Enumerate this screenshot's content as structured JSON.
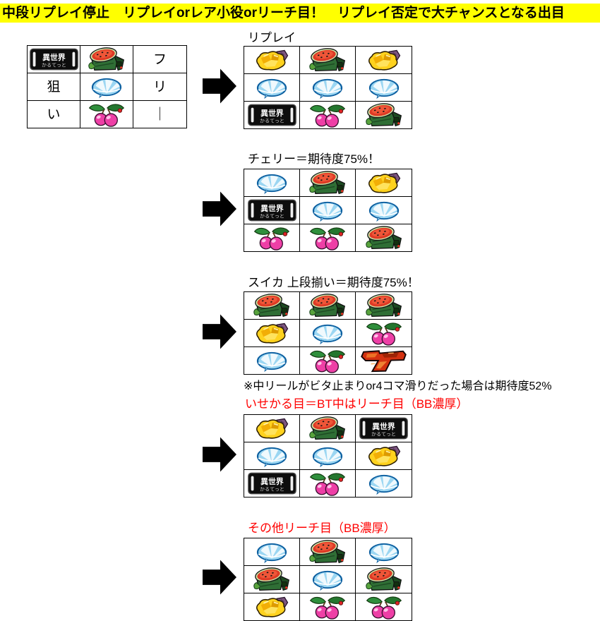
{
  "header": {
    "text": "中段リプレイ停止　リプレイorレア小役orリーチ目！　リプレイ否定で大チャンスとなる出目",
    "bg_color": "#FFFF00",
    "text_color": "#000000"
  },
  "arrow_color": "#000000",
  "symbol_names": {
    "replay": "replay",
    "suika": "watermelon",
    "cherry": "cherry",
    "gold": "gold-nugget",
    "isekai": "isekai-quartet-logo",
    "red7": "red-seven"
  },
  "left_grid": {
    "cells": [
      [
        "isekai",
        "suika",
        "text:フ"
      ],
      [
        "text:狙",
        "replay",
        "text:リ"
      ],
      [
        "text:い",
        "cherry",
        "text:｜"
      ]
    ]
  },
  "sections": [
    {
      "label": "リプレイ",
      "label_color": "#000000",
      "grid": [
        [
          "gold",
          "suika",
          "gold"
        ],
        [
          "replay",
          "replay",
          "replay"
        ],
        [
          "isekai",
          "cherry",
          "suika"
        ]
      ]
    },
    {
      "label": "チェリー＝期待度75%！",
      "label_color": "#000000",
      "grid": [
        [
          "replay",
          "suika",
          "gold"
        ],
        [
          "isekai",
          "replay",
          "replay"
        ],
        [
          "cherry",
          "cherry",
          "suika"
        ]
      ]
    },
    {
      "label": "スイカ 上段揃い＝期待度75%！",
      "label_color": "#000000",
      "note": "※中リールがビタ止まりor4コマ滑りだった場合は期待度52%",
      "note_color": "#000000",
      "grid": [
        [
          "suika",
          "suika",
          "suika"
        ],
        [
          "gold",
          "replay",
          "cherry"
        ],
        [
          "replay",
          "cherry",
          "red7"
        ]
      ]
    },
    {
      "label": "いせかる目＝BT中はリーチ目（BB濃厚）",
      "label_color": "#FF0000",
      "grid": [
        [
          "gold",
          "suika",
          "isekai"
        ],
        [
          "replay",
          "replay",
          "gold"
        ],
        [
          "isekai",
          "cherry",
          "replay"
        ]
      ]
    },
    {
      "label": "その他リーチ目（BB濃厚）",
      "label_color": "#FF0000",
      "grid": [
        [
          "replay",
          "suika",
          "replay"
        ],
        [
          "suika",
          "replay",
          "suika"
        ],
        [
          "gold",
          "cherry",
          "cherry"
        ]
      ]
    }
  ]
}
